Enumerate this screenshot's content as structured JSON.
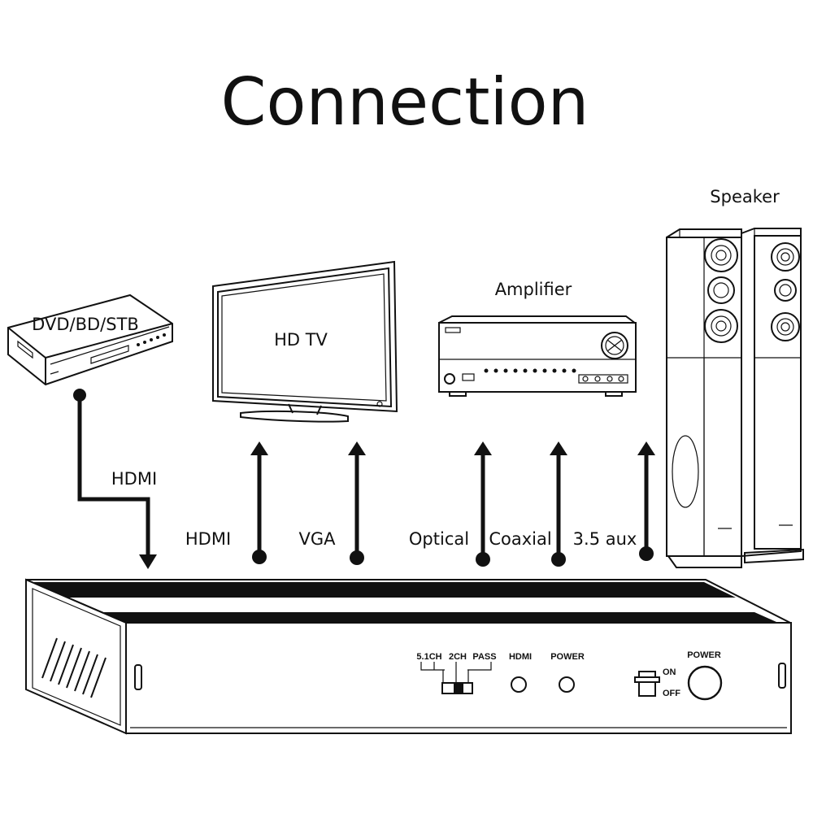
{
  "title": "Connection",
  "devices": {
    "source": "DVD/BD/STB",
    "tv": "HD TV",
    "amplifier": "Amplifier",
    "speaker": "Speaker"
  },
  "connections": {
    "input_hdmi": "HDMI",
    "out_hdmi": "HDMI",
    "out_vga": "VGA",
    "out_optical": "Optical",
    "out_coaxial": "Coaxial",
    "out_aux": "3.5 aux"
  },
  "panel": {
    "mode_51ch": "5.1CH",
    "mode_2ch": "2CH",
    "mode_pass": "PASS",
    "hdmi_led": "HDMI",
    "power_led": "POWER",
    "switch_on": "ON",
    "switch_off": "OFF",
    "power_button": "POWER"
  }
}
